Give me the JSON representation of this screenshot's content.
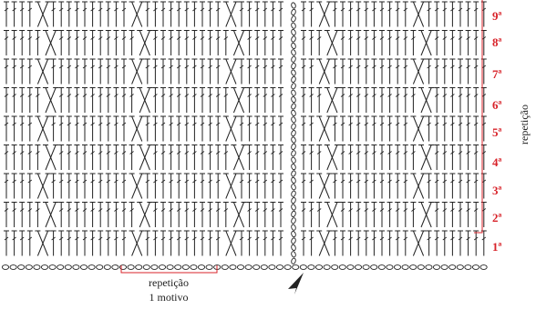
{
  "row_labels": [
    "9ª",
    "8ª",
    "7ª",
    "6ª",
    "5ª",
    "4ª",
    "3ª",
    "2ª",
    "1ª"
  ],
  "side_label": "repetição",
  "bottom_label_line1": "repetição",
  "bottom_label_line2": "1 motivo",
  "colors": {
    "ink": "#222222",
    "accent": "#d8232a"
  },
  "icons": {
    "start_marker": "arrow-pointer-icon",
    "stitch_chain": "chain-stitch-icon",
    "stitch_treble": "treble-crochet-icon",
    "stitch_cross": "crossed-treble-icon"
  }
}
